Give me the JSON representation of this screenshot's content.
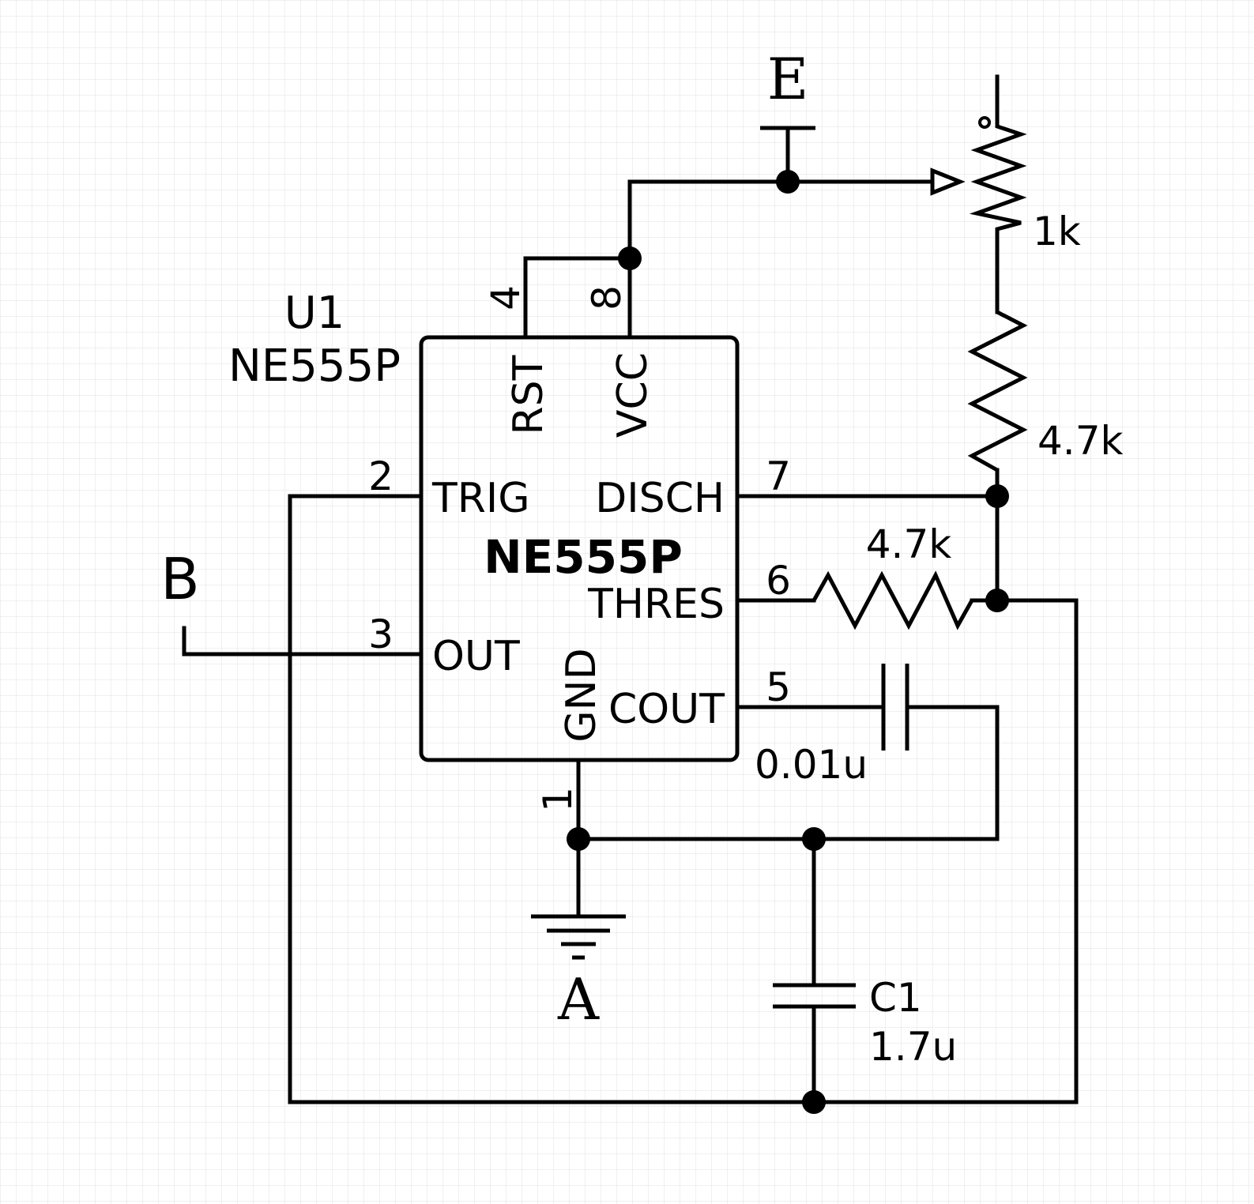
{
  "component_u1": {
    "ref": "U1",
    "part": "NE555P",
    "body_title": "NE555P",
    "pins": {
      "rst": {
        "number": "4",
        "name": "RST"
      },
      "vcc": {
        "number": "8",
        "name": "VCC"
      },
      "trig": {
        "number": "2",
        "name": "TRIG"
      },
      "disch": {
        "number": "7",
        "name": "DISCH"
      },
      "thres": {
        "number": "6",
        "name": "THRES"
      },
      "out": {
        "number": "3",
        "name": "OUT"
      },
      "cout": {
        "number": "5",
        "name": "COUT"
      },
      "gnd": {
        "number": "1",
        "name": "GND"
      }
    }
  },
  "potentiometer": {
    "value": "1k"
  },
  "resistor_r1": {
    "value": "4.7k"
  },
  "resistor_r2": {
    "value": "4.7k"
  },
  "capacitor_cout": {
    "value": "0.01u"
  },
  "capacitor_c1": {
    "ref": "C1",
    "value": "1.7u"
  },
  "nets": {
    "e": "E",
    "b": "B",
    "a": "A"
  },
  "colors": {
    "ink": "#000000",
    "grid": "#e8e8e8",
    "background": "#ffffff"
  }
}
